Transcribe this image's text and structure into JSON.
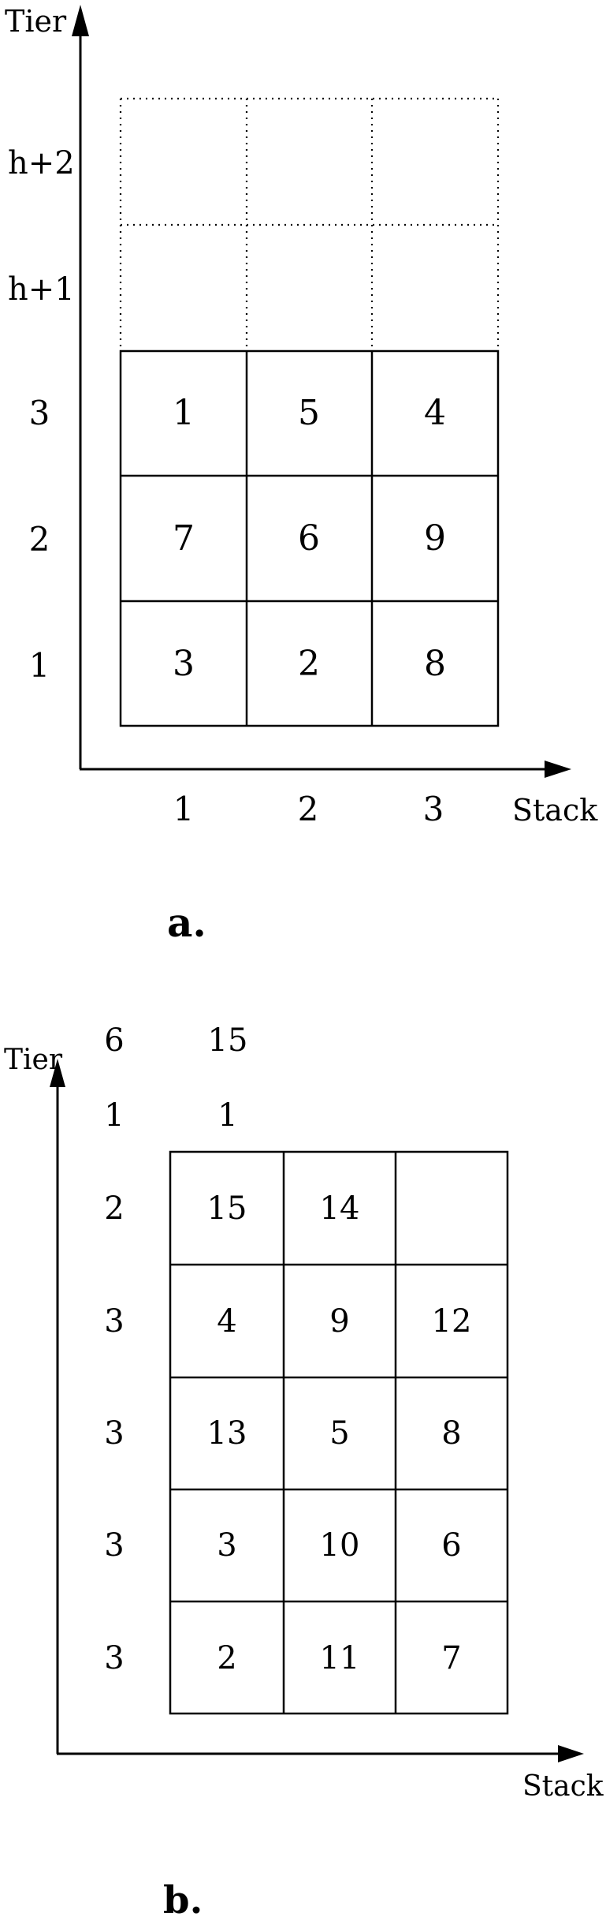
{
  "figure_a": {
    "y_axis_label": "Tier",
    "x_axis_label": "Stack",
    "tier_labels": [
      "h+2",
      "h+1",
      "3",
      "2",
      "1"
    ],
    "stack_labels": [
      "1",
      "2",
      "3"
    ],
    "cells": [
      [
        "1",
        "5",
        "4"
      ],
      [
        "7",
        "6",
        "9"
      ],
      [
        "3",
        "2",
        "8"
      ]
    ],
    "caption": "a."
  },
  "figure_b": {
    "y_axis_label": "Tier",
    "x_axis_label": "Stack",
    "top_row": [
      "6",
      "15"
    ],
    "second_row": [
      "1",
      "1"
    ],
    "row_labels": [
      "2",
      "3",
      "3",
      "3",
      "3"
    ],
    "cells": [
      [
        "15",
        "14",
        ""
      ],
      [
        "4",
        "9",
        "12"
      ],
      [
        "13",
        "5",
        "8"
      ],
      [
        "3",
        "10",
        "6"
      ],
      [
        "2",
        "11",
        "7"
      ]
    ],
    "caption": "b."
  }
}
